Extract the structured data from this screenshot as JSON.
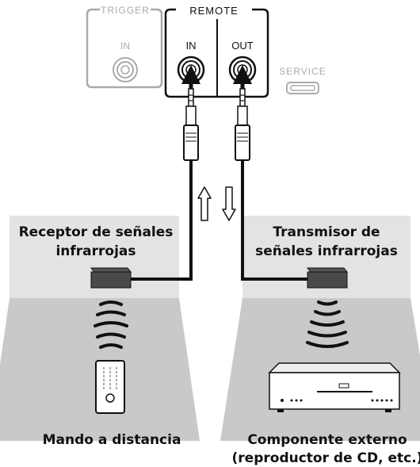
{
  "panel": {
    "trigger_label": "TRIGGER",
    "trigger_in_label": "IN",
    "remote_label": "REMOTE",
    "remote_in_label": "IN",
    "remote_out_label": "OUT",
    "service_label": "SERVICE"
  },
  "left": {
    "title_line1": "Receptor de señales",
    "title_line2": "infrarrojas",
    "caption": "Mando a distancia"
  },
  "right": {
    "title_line1": "Transmisor de",
    "title_line2": "señales infrarrojas",
    "caption_line1": "Componente externo",
    "caption_line2": "(reproductor de CD, etc.)"
  }
}
